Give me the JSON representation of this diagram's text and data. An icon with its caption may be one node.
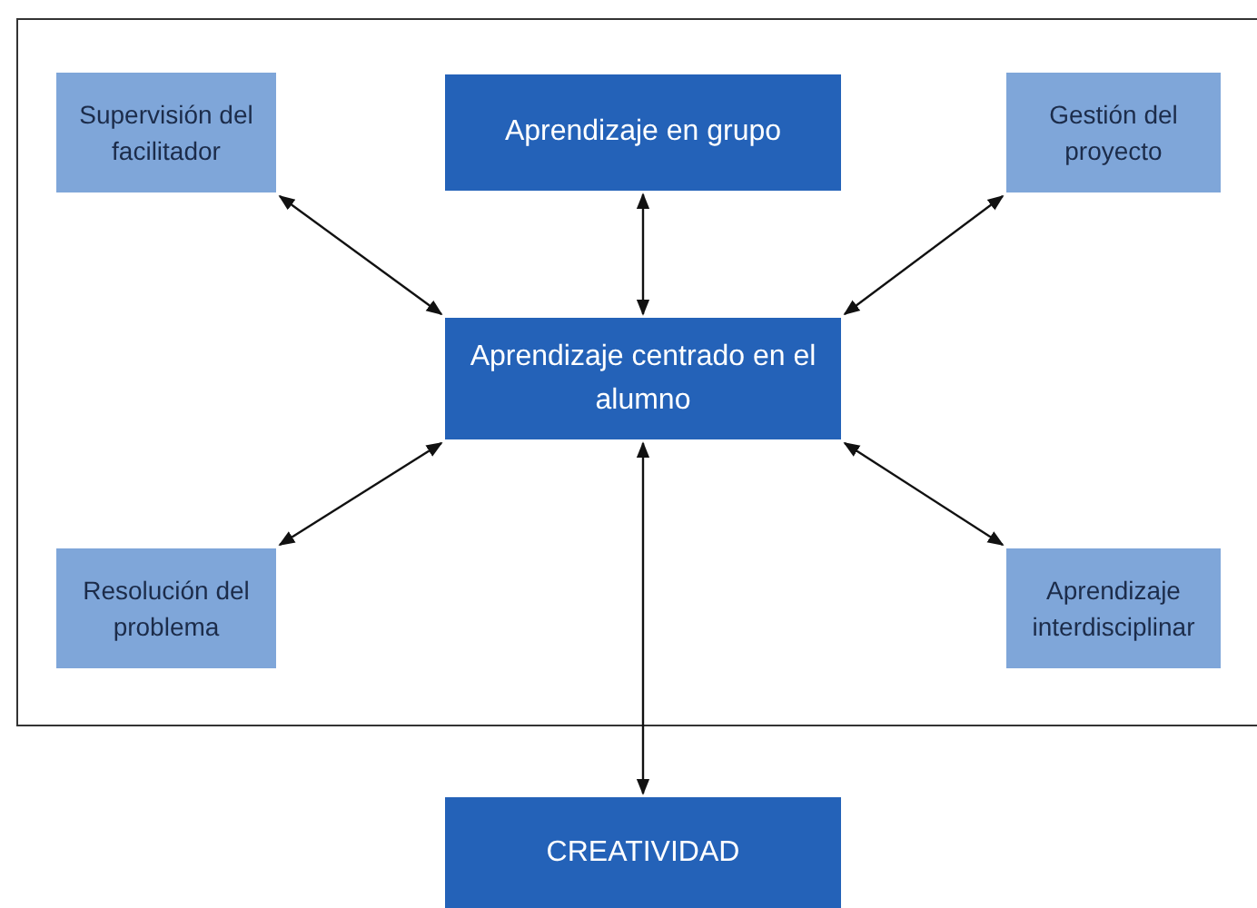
{
  "diagram": {
    "nodes": [
      {
        "text": [
          "Supervisión del facilitador"
        ]
      },
      {
        "text": [
          "Aprendizaje en grupo"
        ]
      },
      {
        "text": [
          "Gestión del proyecto"
        ]
      },
      {
        "text": [
          "Aprendizaje centrado en el alumno"
        ]
      },
      {
        "text": [
          "Resolución del problema"
        ]
      },
      {
        "text": [
          "Aprendizaje interdisciplinar"
        ]
      },
      {
        "text": [
          "CREATIVIDAD"
        ]
      }
    ],
    "edges": [
      {
        "from": 3,
        "to": 0,
        "arrow": "both"
      },
      {
        "from": 3,
        "to": 1,
        "arrow": "both"
      },
      {
        "from": 3,
        "to": 2,
        "arrow": "both"
      },
      {
        "from": 3,
        "to": 4,
        "arrow": "both"
      },
      {
        "from": 3,
        "to": 5,
        "arrow": "both"
      },
      {
        "from": 3,
        "to": 6,
        "arrow": "both"
      }
    ]
  }
}
